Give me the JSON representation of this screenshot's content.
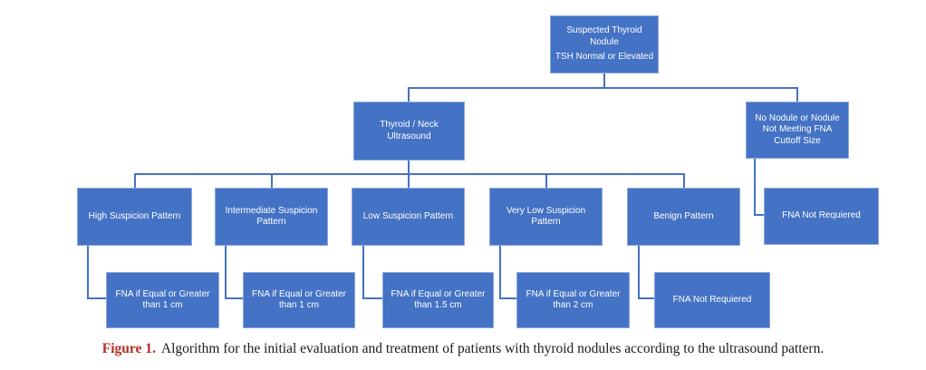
{
  "colors": {
    "node_fill": "#4472C4",
    "node_border": "#8BA7DE",
    "node_text": "#FFFFFF",
    "connector": "#4472C4",
    "caption_accent": "#B03024",
    "caption_text": "#1A1A1A"
  },
  "flowchart": {
    "nodes": {
      "suspected": {
        "line1": "Suspected Thyroid Nodule",
        "line2": "TSH Normal or Elevated"
      },
      "ultrasound": {
        "line1": "Thyroid / Neck Ultrasound"
      },
      "no_nodule": {
        "line1": "No Nodule or Nodule Not Meeting FNA Cuttoff Size"
      },
      "high": {
        "line1": "High Suspicion Pattern"
      },
      "intermediate": {
        "line1": "Intermediate Suspicion Pattern"
      },
      "low": {
        "line1": "Low Suspicion Pattern"
      },
      "very_low": {
        "line1": "Very Low Suspicion Pattern"
      },
      "benign": {
        "line1": "Benign Pattern"
      },
      "fna_not_required_right": {
        "line1": "FNA Not Requiered"
      },
      "fna_ge_1cm_high": {
        "line1": "FNA if Equal or Greater than 1 cm"
      },
      "fna_ge_1cm_intermediate": {
        "line1": "FNA if Equal or Greater than 1 cm"
      },
      "fna_ge_15cm_low": {
        "line1": "FNA if Equal or Greater than 1.5 cm"
      },
      "fna_ge_2cm_very_low": {
        "line1": "FNA if Equal or Greater than 2 cm"
      },
      "fna_not_required_benign": {
        "line1": "FNA Not Requiered"
      }
    }
  },
  "caption": {
    "label": "Figure 1.",
    "text": "Algorithm for the initial evaluation and treatment of patients with thyroid nodules according to the ultrasound pattern."
  }
}
